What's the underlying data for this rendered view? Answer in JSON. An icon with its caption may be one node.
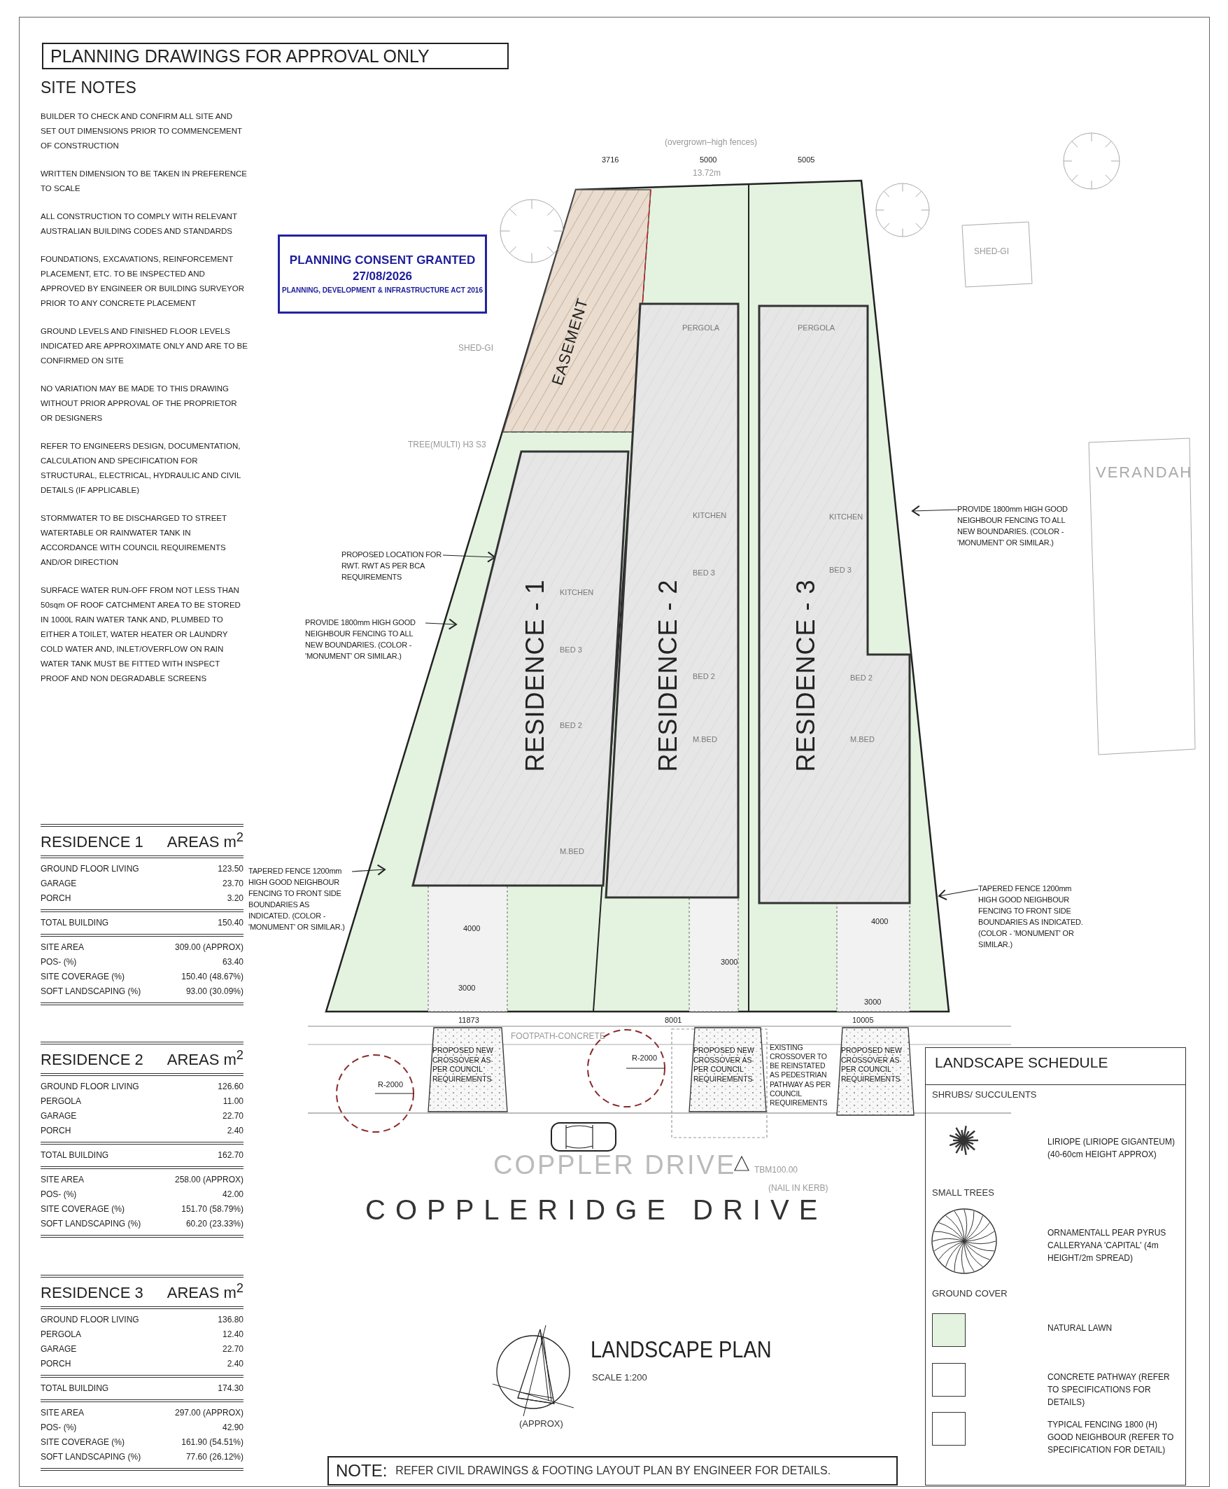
{
  "diagram": {
    "title": "PLANNING DRAWINGS FOR APPROVAL ONLY",
    "nodes": [
      {
        "text": [
          "PLANNING CONSENT GRANTED",
          "27/08/2026",
          "PLANNING, DEVELOPMENT & INFRASTRUCTURE ACT 2016"
        ]
      },
      {
        "text": [
          "EASEMENT"
        ]
      },
      {
        "text": [
          "RESIDENCE - 2"
        ]
      },
      {
        "text": [
          "RESIDENCE - 3"
        ]
      },
      {
        "text": [
          "PROPOSED LOCATION FOR RWT. RWT AS PER BCA REQUIREMENTS"
        ]
      },
      {
        "text": [
          "PROVIDE 1800mm HIGH GOOD NEIGHBOUR FENCING TO ALL NEW BOUNDARIES. (COLOR - 'MONUMENT' OR SIMILAR.)"
        ]
      },
      {
        "text": [
          "RESIDENCE - 1"
        ]
      },
      {
        "text": [
          "PROVIDE 1800mm HIGH GOOD NEIGHBOUR FENCING TO ALL NEW BOUNDARIES. (COLOR - 'MONUMENT' OR SIMILAR.)"
        ]
      },
      {
        "text": [
          "TAPERED FENCE 1200mm HIGH GOOD NEIGHBOUR FENCING TO FRONT SIDE BOUNDARIES AS INDICATED. (COLOR - 'MONUMENT' OR SIMILAR.)"
        ]
      },
      {
        "text": [
          "TAPERED FENCE 1200mm HIGH GOOD NEIGHBOUR FENCING TO FRONT SIDE BOUNDARIES AS INDICATED. (COLOR - 'MONUMENT' OR SIMILAR.)"
        ]
      },
      {
        "text": [
          "PROPOSED NEW CROSSOVER AS PER COUNCIL REQUIREMENTS"
        ]
      },
      {
        "text": [
          "PROPOSED NEW CROSSOVER AS PER COUNCIL REQUIREMENTS"
        ]
      },
      {
        "text": [
          "EXISTING CROSSOVER TO BE REINSTATED AS PEDESTRIAN PATHWAY AS PER COUNCIL REQUIREMENTS"
        ]
      },
      {
        "text": [
          "PROPOSED NEW CROSSOVER AS PER COUNCIL REQUIREMENTS"
        ]
      },
      {
        "text": [
          "RESIDENCE 1",
          "AREAS m$^{2}$",
          "GROUND FLOOR LIVING",
          "123.50",
          "GARAGE",
          "23.70",
          "PORCH",
          "3.20",
          "TOTAL BUILDING",
          "150.40",
          "SITE AREA",
          "309.00 (APPROX)",
          "POS- (%)",
          "63.40",
          "SITE COVERAGE (%)",
          "150.40 (48.67%)",
          "SOFT LANDSCAPING (%)",
          "93.00 (30.09%)"
        ]
      },
      {
        "text": [
          "RESIDENCE 2",
          "AREAS m$^{2}$",
          "GROUND FLOOR LIVING",
          "126.60",
          "PERGOLA",
          "11.00",
          "GARAGE",
          "22.70",
          "PORCH",
          "2.40",
          "TOTAL BUILDING",
          "162.70",
          "SITE AREA",
          "258.00 (APPROX)",
          "POS- (%)",
          "42.00",
          "SITE COVERAGE (%)",
          "151.70 (58.79%)",
          "SOFT LANDSCAPING (%)",
          "60.20 (23.33%)"
        ]
      },
      {
        "text": [
          "RESIDENCE 3",
          "AREAS m$^{2}$",
          "GROUND FLOOR LIVING",
          "136.80",
          "PERGOLA",
          "12.40",
          "GARAGE",
          "22.70",
          "PORCH",
          "2.40",
          "TOTAL BUILDING",
          "174.30",
          "SITE AREA",
          "297.00 (APPROX)",
          "POS- (%)",
          "42.90",
          "SITE COVERAGE (%)",
          "161.90 (54.51%)",
          "SOFT LANDSCAPING (%)",
          "77.60 (26.12%)"
        ]
      },
      {
        "text": [
          "NOTE:",
          "REFER CIVIL DRAWINGS & FOOTING LAYOUT PLAN BY ENGINEER FOR DETAILS."
        ]
      }
    ],
    "edges": [
      {
        "from": 4,
        "to": 6,
        "arrow": "to"
      },
      {
        "from": 5,
        "to": null,
        "arrow": "to"
      },
      {
        "from": 7,
        "to": null,
        "arrow": "to"
      },
      {
        "from": 8,
        "to": null,
        "arrow": "to"
      },
      {
        "from": 9,
        "to": null,
        "arrow": "to"
      }
    ],
    "labels": [
      "SITE NOTES",
      "BUILDER TO CHECK AND CONFIRM ALL SITE AND SET OUT DIMENSIONS PRIOR TO COMMENCEMENT OF CONSTRUCTION",
      "WRITTEN DIMENSION TO BE TAKEN IN PREFERENCE TO SCALE",
      "ALL CONSTRUCTION TO COMPLY WITH RELEVANT AUSTRALIAN BUILDING CODES AND STANDARDS",
      "FOUNDATIONS, EXCAVATIONS, REINFORCEMENT PLACEMENT, ETC. TO BE INSPECTED AND APPROVED BY ENGINEER OR BUILDING SURVEYOR PRIOR TO ANY CONCRETE PLACEMENT",
      "GROUND LEVELS AND FINISHED FLOOR LEVELS INDICATED ARE APPROXIMATE ONLY AND ARE TO BE CONFIRMED ON SITE",
      "NO VARIATION MAY BE MADE TO THIS DRAWING WITHOUT PRIOR APPROVAL OF THE PROPRIETOR OR DESIGNERS",
      "REFER TO ENGINEERS DESIGN, DOCUMENTATION, CALCULATION AND SPECIFICATION FOR STRUCTURAL, ELECTRICAL, HYDRAULIC AND CIVIL DETAILS (IF APPLICABLE)",
      "STORMWATER TO BE DISCHARGED TO STREET WATERTABLE OR RAINWATER TANK IN ACCORDANCE WITH COUNCIL REQUIREMENTS AND/OR DIRECTION",
      "SURFACE WATER RUN-OFF FROM NOT LESS THAN 50sqm OF ROOF CATCHMENT AREA TO BE STORED IN 1000L RAIN WATER TANK AND, PLUMBED TO EITHER A TOILET, WATER HEATER OR LAUNDRY COLD WATER AND, INLET/OVERFLOW ON RAIN WATER TANK MUST BE FITTED WITH INSPECT PROOF AND NON DEGRADABLE SCREENS",
      "(overgrown–high fences)",
      "3716",
      "5000",
      "5005",
      "13.72m",
      "SHED-GI",
      "SHED-GI",
      "PERGOLA",
      "PERGOLA",
      "TREE(MULTI) H3 S3",
      "VERANDAH",
      "KITCHEN",
      "KITCHEN",
      "BED 3",
      "BED 3",
      "KITCHEN",
      "BED 3",
      "BED 2",
      "BED 2",
      "BED 2",
      "M.BED",
      "M.BED",
      "M.BED",
      "4000",
      "4000",
      "3000",
      "3000",
      "3000",
      "11873",
      "8001",
      "10005",
      "FOOTPATH-CONCRETE",
      "R-2000",
      "R-2000",
      "COPPLER DRIVE",
      "TBM100.00",
      "(NAIL IN KERB)",
      "COPPLERIDGE DRIVE",
      "LANDSCAPE PLAN",
      "SCALE 1:200",
      "(APPROX)",
      "LANDSCAPE SCHEDULE",
      "SHRUBS/ SUCCULENTS",
      "SMALL TREES",
      "GROUND COVER"
    ],
    "legend": [
      {
        "text": "LIRIOPE (LIRIOPE GIGANTEUM) (40-60cm HEIGHT APPROX)"
      },
      {
        "text": "ORNAMENTALL PEAR PYRUS CALLERYANA 'CAPITAL' (4m HEIGHT/2m SPREAD)"
      },
      {
        "text": "NATURAL LAWN",
        "color": "#e3f3e0"
      },
      {
        "text": "CONCRETE PATHWAY (REFER TO SPECIFICATIONS FOR DETAILS)"
      },
      {
        "text": "TYPICAL FENCING 1800 (H) GOOD NEIGHBOUR (REFER TO SPECIFICATION FOR DETAIL)"
      }
    ]
  }
}
